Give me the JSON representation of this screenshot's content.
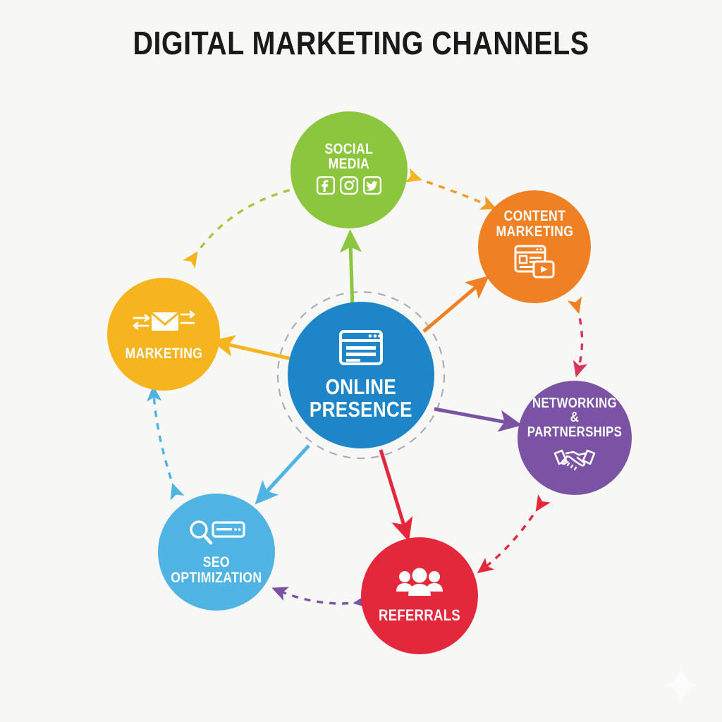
{
  "title": "DIGITAL MARKETING CHANNELS",
  "background_color": "#f7f7f6",
  "title_color": "#1a1a1a",
  "center_node": {
    "label": "ONLINE\nPRESENCE",
    "color": "#1e86c8",
    "icon": "browser-window-icon"
  },
  "nodes": [
    {
      "id": "social-media",
      "label": "SOCIAL\nMEDIA",
      "color": "#8cc63e",
      "icons": [
        "facebook-icon",
        "instagram-icon",
        "twitter-icon"
      ],
      "spoke_color": "#8cc63e"
    },
    {
      "id": "content-marketing",
      "label": "CONTENT\nMARKETING",
      "color": "#ef8024",
      "icons": [
        "article-video-icon"
      ],
      "spoke_color": "#ef8024"
    },
    {
      "id": "networking-partnerships",
      "label": "NETWORKING\n& PARTNERSHIPS",
      "color": "#7c52a5",
      "icons": [
        "handshake-icon"
      ],
      "spoke_color": "#7c52a5"
    },
    {
      "id": "referrals",
      "label": "REFERRALS",
      "color": "#e3283c",
      "icons": [
        "people-group-icon"
      ],
      "spoke_color": "#e3283c"
    },
    {
      "id": "seo-optimization",
      "label": "SEO\nOPTIMIZATION",
      "color": "#4fb3e3",
      "icons": [
        "magnifier-searchbar-icon"
      ],
      "spoke_color": "#4fb3e3"
    },
    {
      "id": "email-marketing",
      "label": "MARKETING",
      "color": "#f6b41f",
      "icons": [
        "envelope-arrows-icon"
      ],
      "spoke_color": "#f6b41f"
    }
  ],
  "connections": {
    "spokes": [
      {
        "from": "online-presence",
        "to": "social-media",
        "style": "solid",
        "color": "#8cc63e",
        "direction": "one-way"
      },
      {
        "from": "online-presence",
        "to": "content-marketing",
        "style": "solid",
        "color": "#ef8024",
        "direction": "one-way"
      },
      {
        "from": "online-presence",
        "to": "networking-partnerships",
        "style": "solid",
        "color": "#7c52a5",
        "direction": "one-way"
      },
      {
        "from": "online-presence",
        "to": "referrals",
        "style": "solid",
        "color": "#e3283c",
        "direction": "one-way"
      },
      {
        "from": "online-presence",
        "to": "seo-optimization",
        "style": "solid",
        "color": "#4fb3e3",
        "direction": "one-way"
      },
      {
        "from": "online-presence",
        "to": "email-marketing",
        "style": "solid",
        "color": "#f6b41f",
        "direction": "one-way"
      }
    ],
    "perimeter": [
      {
        "from": "email-marketing",
        "to": "social-media",
        "style": "dashed",
        "color": "#a8c63e",
        "direction": "two-way"
      },
      {
        "from": "social-media",
        "to": "content-marketing",
        "style": "dashed",
        "color": "#ef9b24",
        "direction": "two-way"
      },
      {
        "from": "content-marketing",
        "to": "networking-partnerships",
        "style": "dashed",
        "color": "#d7365a",
        "direction": "two-way"
      },
      {
        "from": "networking-partnerships",
        "to": "referrals",
        "style": "dashed",
        "color": "#e3283c",
        "direction": "two-way"
      },
      {
        "from": "referrals",
        "to": "seo-optimization",
        "style": "dashed",
        "color": "#7c52a5",
        "direction": "two-way"
      },
      {
        "from": "seo-optimization",
        "to": "email-marketing",
        "style": "dashed",
        "color": "#4fb3e3",
        "direction": "two-way"
      }
    ],
    "center_ring": {
      "style": "dashed",
      "color": "#b0abbd"
    }
  },
  "decoration": {
    "sparkle": "four-point-star-sparkle"
  }
}
